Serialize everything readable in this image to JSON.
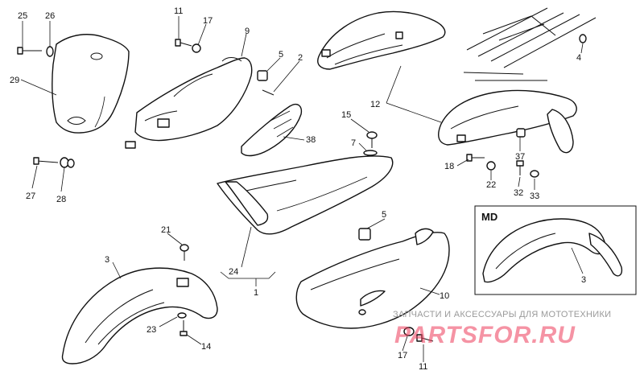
{
  "callouts": [
    {
      "id": "c25",
      "text": "25"
    },
    {
      "id": "c26",
      "text": "26"
    },
    {
      "id": "c29",
      "text": "29"
    },
    {
      "id": "c27",
      "text": "27"
    },
    {
      "id": "c28",
      "text": "28"
    },
    {
      "id": "c11a",
      "text": "11"
    },
    {
      "id": "c17a",
      "text": "17"
    },
    {
      "id": "c9",
      "text": "9"
    },
    {
      "id": "c5a",
      "text": "5"
    },
    {
      "id": "c2",
      "text": "2"
    },
    {
      "id": "c38",
      "text": "38"
    },
    {
      "id": "c15",
      "text": "15"
    },
    {
      "id": "c7",
      "text": "7"
    },
    {
      "id": "c12",
      "text": "12"
    },
    {
      "id": "c4",
      "text": "4"
    },
    {
      "id": "c18",
      "text": "18"
    },
    {
      "id": "c22",
      "text": "22"
    },
    {
      "id": "c37",
      "text": "37"
    },
    {
      "id": "c32",
      "text": "32"
    },
    {
      "id": "c33",
      "text": "33"
    },
    {
      "id": "c5b",
      "text": "5"
    },
    {
      "id": "c24",
      "text": "24"
    },
    {
      "id": "c1",
      "text": "1"
    },
    {
      "id": "c21",
      "text": "21"
    },
    {
      "id": "c3a",
      "text": "3"
    },
    {
      "id": "c23",
      "text": "23"
    },
    {
      "id": "c14",
      "text": "14"
    },
    {
      "id": "c10",
      "text": "10"
    },
    {
      "id": "c17b",
      "text": "17"
    },
    {
      "id": "c11b",
      "text": "11"
    },
    {
      "id": "c3b",
      "text": "3"
    }
  ],
  "inset": {
    "label": "MD"
  },
  "watermark": {
    "caption": "ЗАПЧАСТИ И АКСЕССУАРЫ ДЛЯ МОТОТЕХНИКИ",
    "logo": "PARTSFOR.RU"
  }
}
